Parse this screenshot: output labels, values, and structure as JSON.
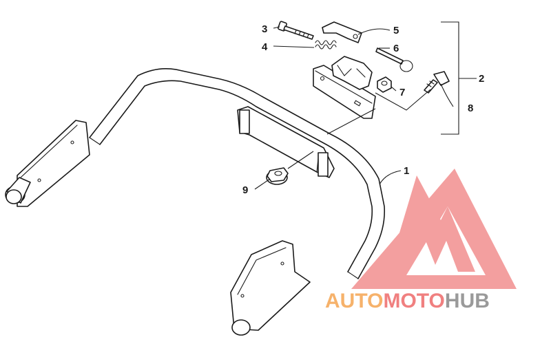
{
  "callouts": [
    {
      "id": "1",
      "label": "1"
    },
    {
      "id": "2",
      "label": "2"
    },
    {
      "id": "3",
      "label": "3"
    },
    {
      "id": "4",
      "label": "4"
    },
    {
      "id": "5",
      "label": "5"
    },
    {
      "id": "6",
      "label": "6"
    },
    {
      "id": "7",
      "label": "7"
    },
    {
      "id": "8",
      "label": "8"
    },
    {
      "id": "9",
      "label": "9"
    }
  ],
  "watermark": {
    "part1": "AUTO",
    "part2": "MOTO",
    "part3": "HUB",
    "color_accent": "#f08080",
    "color_mid": "#f6b26b",
    "color_dark": "#999999"
  }
}
